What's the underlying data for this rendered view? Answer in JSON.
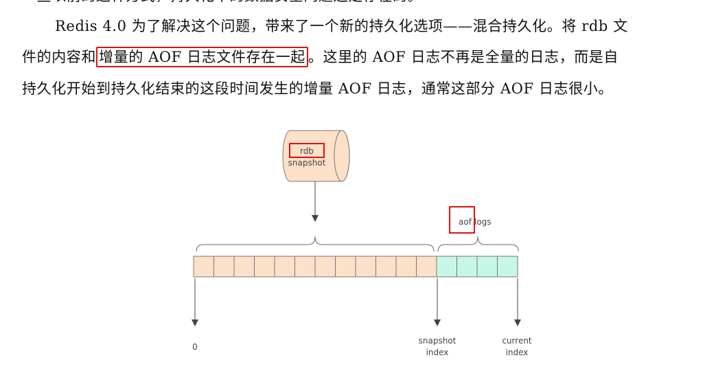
{
  "text": {
    "line0": "一些以前的这种方式，持久化中的数据安全问题还是存在的。",
    "line1": "Redis 4.0 为了解决这个问题，带来了一个新的持久化选项——混合持久化。将 rdb 文",
    "line2_pre": "件的内容和",
    "line2_hl": "增量的 AOF 日志文件存在一起",
    "line2_post": "。这里的 AOF 日志不再是全量的日志，而是自",
    "line3": "持久化开始到持久化结束的这段时间发生的增量 AOF 日志，通常这部分 AOF 日志很小。"
  },
  "diagram": {
    "cylinder_label_1": "rdb",
    "cylinder_label_2": "snapshot",
    "aof_label_1": "aof",
    "aof_label_2": "logs",
    "label_zero": "0",
    "label_snapshot_1": "snapshot",
    "label_snapshot_2": "index",
    "label_current_1": "current",
    "label_current_2": "index",
    "rdb_cell_count": 12,
    "aof_cell_count": 4,
    "colors": {
      "rdb_fill": "#fde0c8",
      "rdb_stroke": "#777777",
      "aof_fill": "#c6f7e6",
      "highlight": "#e01010"
    }
  }
}
